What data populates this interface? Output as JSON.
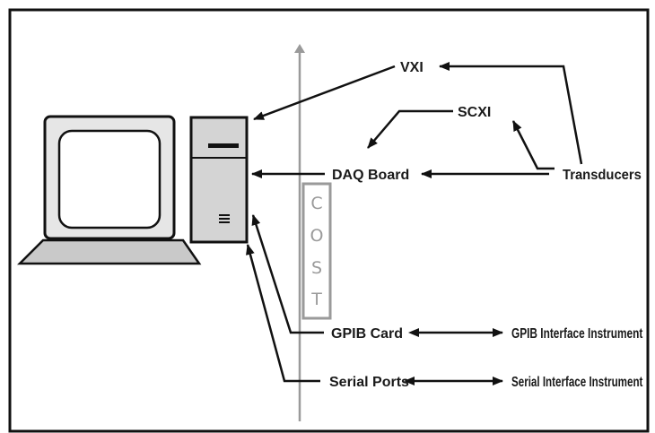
{
  "labels": {
    "vxi": "VXI",
    "scxi": "SCXI",
    "daq": "DAQ Board",
    "transducers": "Transducers",
    "gpib_card": "GPIB Card",
    "gpib_instrument": "GPIB Interface Instrument",
    "serial_ports": "Serial Ports",
    "serial_instrument": "Serial Interface Instrument"
  },
  "cost_axis": {
    "letters": [
      "C",
      "O",
      "S",
      "T"
    ]
  },
  "colors": {
    "line": "#111111",
    "cost_axis": "#9a9a9a",
    "monitor_fill": "#e6e6e6",
    "tower_fill": "#d4d4d4",
    "keyboard_fill": "#c9c9c9"
  },
  "icons": [
    "computer-monitor-icon",
    "computer-tower-icon",
    "keyboard-icon"
  ]
}
